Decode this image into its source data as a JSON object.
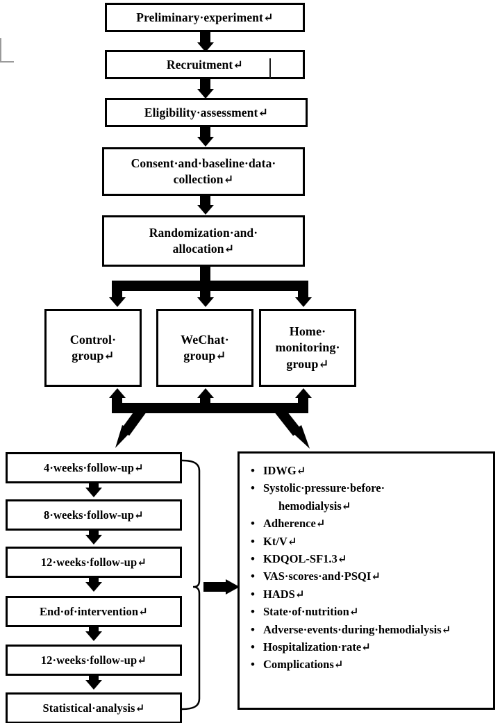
{
  "diagram": {
    "title": "Study flow diagram",
    "type": "flowchart",
    "line_color": "#000000",
    "background": "#ffffff",
    "paragraph_mark": "↵",
    "space_mark": "·",
    "bullet_glyph": "•"
  },
  "main_flow": [
    {
      "id": "preliminary-experiment",
      "label": "Preliminary·experiment↵"
    },
    {
      "id": "recruitment",
      "label": "Recruitment↵"
    },
    {
      "id": "eligibility-assessment",
      "label": "Eligibility·assessment↵"
    },
    {
      "id": "consent-baseline",
      "label": "Consent·and·baseline·data·\ncollection↵"
    },
    {
      "id": "randomization",
      "label": "Randomization·and·\nallocation↵"
    }
  ],
  "groups": [
    {
      "id": "control-group",
      "label": "Control·\ngroup↵"
    },
    {
      "id": "wechat-group",
      "label": "WeChat·\ngroup↵"
    },
    {
      "id": "home-monitoring-group",
      "label": "Home·\nmonitoring·\ngroup↵"
    }
  ],
  "followups": [
    {
      "id": "followup-4-weeks",
      "label": "4·weeks·follow-up↵"
    },
    {
      "id": "followup-8-weeks",
      "label": "8·weeks·follow-up↵"
    },
    {
      "id": "followup-12-weeks",
      "label": "12·weeks·follow-up↵"
    },
    {
      "id": "end-of-intervention",
      "label": "End·of·intervention↵"
    },
    {
      "id": "followup-12-weeks-2",
      "label": "12·weeks·follow-up↵"
    },
    {
      "id": "statistical-analysis",
      "label": "Statistical·analysis↵"
    }
  ],
  "outcomes": {
    "items": [
      {
        "line1": "IDWG↵",
        "line2": ""
      },
      {
        "line1": "Systolic·pressure·before·",
        "line2": "hemodialysis↵"
      },
      {
        "line1": "Adherence↵",
        "line2": ""
      },
      {
        "line1": "Kt/V↵",
        "line2": ""
      },
      {
        "line1": "KDQOL-SF1.3↵",
        "line2": ""
      },
      {
        "line1": "VAS·scores·and·PSQI↵",
        "line2": ""
      },
      {
        "line1": "HADS↵",
        "line2": ""
      },
      {
        "line1": "State·of·nutrition↵",
        "line2": ""
      },
      {
        "line1": "Adverse·events·during·hemodialysis↵",
        "line2": ""
      },
      {
        "line1": "Hospitalization·rate↵",
        "line2": ""
      },
      {
        "line1": "Complications↵",
        "line2": ""
      }
    ]
  }
}
